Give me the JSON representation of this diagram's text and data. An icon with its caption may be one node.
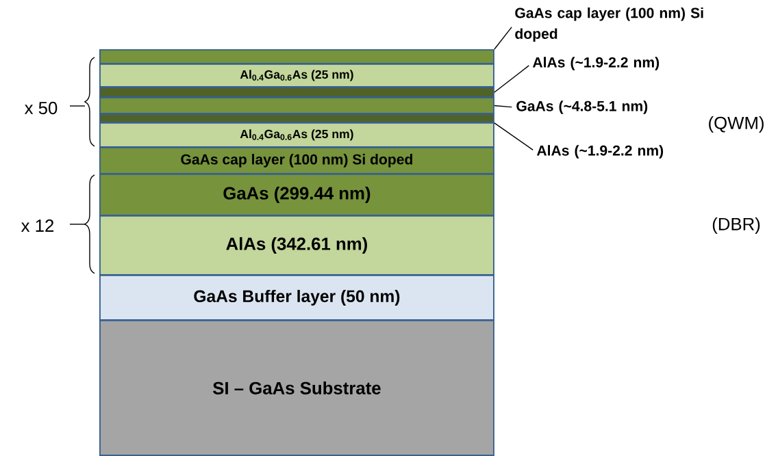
{
  "diagram": {
    "nodes": [
      {
        "text": [],
        "shape": "bar"
      },
      {
        "text": [
          "Al$_{0.4}$Ga$_{0.6}$As (25 nm)"
        ]
      },
      {
        "text": [],
        "shape": "bar"
      },
      {
        "text": [],
        "shape": "bar"
      },
      {
        "text": [],
        "shape": "bar"
      },
      {
        "text": [
          "Al$_{0.4}$Ga$_{0.6}$As (25 nm)"
        ]
      },
      {
        "text": [
          "GaAs cap layer (100 nm) Si doped"
        ]
      },
      {
        "text": [
          "GaAs (299.44 nm)"
        ]
      },
      {
        "text": [
          "AlAs (342.61 nm)"
        ]
      },
      {
        "text": [
          "GaAs Buffer layer (50 nm)"
        ]
      },
      {
        "text": [
          "SI – GaAs Substrate"
        ]
      },
      {
        "text": [
          "GaAs cap layer (100 nm) Si doped"
        ]
      },
      {
        "text": [
          "AlAs (~1.9-2.2 nm)"
        ]
      },
      {
        "text": [
          "GaAs (~4.8-5.1 nm)"
        ]
      },
      {
        "text": [
          "AlAs (~1.9-2.2 nm)"
        ]
      }
    ],
    "edges": [
      {
        "from": 11,
        "to": 0,
        "arrow": "none"
      },
      {
        "from": 12,
        "to": 2,
        "arrow": "none"
      },
      {
        "from": 13,
        "to": 3,
        "arrow": "none"
      },
      {
        "from": 14,
        "to": 4,
        "arrow": "none"
      }
    ],
    "labels": [
      "x 50",
      "(QWM)",
      "x 12",
      "(DBR)"
    ]
  }
}
